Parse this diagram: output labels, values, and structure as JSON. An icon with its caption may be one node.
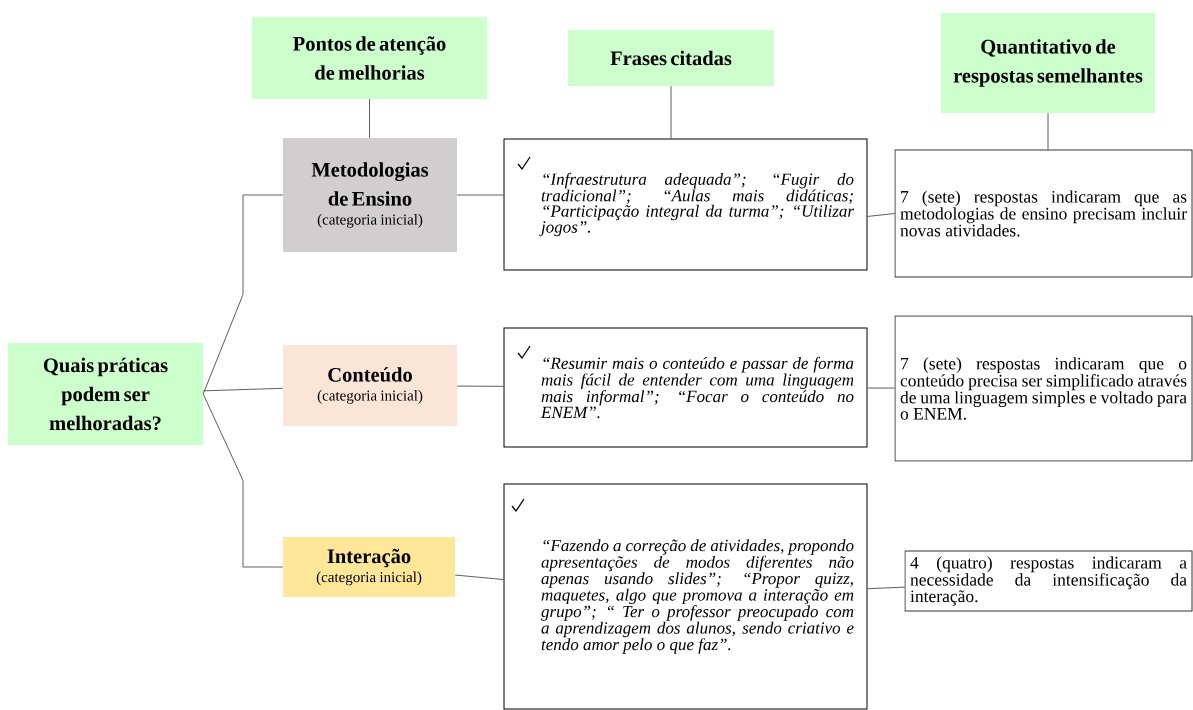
{
  "diagram": {
    "nodes": [
      {
        "text": [
          "Quais práticas podem ser melhoradas?"
        ]
      },
      {
        "text": [
          "Pontos de atenção de melhorias"
        ]
      },
      {
        "text": [
          "Frases citadas"
        ]
      },
      {
        "text": [
          "Quantitativo de respostas semelhantes"
        ]
      },
      {
        "text": [
          "Metodologias de Ensino",
          "(categoria inicial)"
        ]
      },
      {
        "text": [
          "Conteúdo",
          "(categoria inicial)"
        ]
      },
      {
        "text": [
          "Interação",
          "(categoria inicial)"
        ]
      },
      {
        "text": [
          "“Infraestrutura adequada”; “Fugir do tradicional”; “Aulas mais didáticas; “Participação integral da turma”; “Utilizar jogos”."
        ]
      },
      {
        "text": [
          "“Resumir mais o conteúdo e passar de forma mais fácil de entender com uma linguagem mais informal”; “Focar o conteúdo no ENEM”."
        ]
      },
      {
        "text": [
          "“Fazendo a correção de atividades, propondo apresentações de modos diferentes não apenas usando slides”; “Propor quizz, maquetes, algo que promova a interação em grupo”; “ Ter o professor preocupado com a aprendizagem dos alunos, sendo criativo e tendo amor pelo o que faz”."
        ]
      },
      {
        "text": [
          "7 (sete) respostas indicaram que as metodologias de ensino precisam incluir novas atividades."
        ]
      },
      {
        "text": [
          "7 (sete) respostas indicaram que o conteúdo precisa ser simplificado através de uma linguagem simples e voltado para o ENEM."
        ]
      },
      {
        "text": [
          "4 (quatro) respostas indicaram a necessidade da intensificação da interação."
        ]
      }
    ],
    "edges": [
      {
        "from": 0,
        "to": 5,
        "arrow": "none"
      },
      {
        "from": 0,
        "to": 4,
        "arrow": "none"
      },
      {
        "from": 0,
        "to": 6,
        "arrow": "none"
      },
      {
        "from": 1,
        "to": 4,
        "arrow": "none"
      },
      {
        "from": 2,
        "to": 7,
        "arrow": "none"
      },
      {
        "from": 3,
        "to": 10,
        "arrow": "none"
      },
      {
        "from": 4,
        "to": 7,
        "arrow": "none"
      },
      {
        "from": 5,
        "to": 8,
        "arrow": "none"
      },
      {
        "from": 6,
        "to": 9,
        "arrow": "none"
      },
      {
        "from": 7,
        "to": 10,
        "arrow": "none"
      },
      {
        "from": 8,
        "to": 11,
        "arrow": "none"
      },
      {
        "from": 9,
        "to": 12,
        "arrow": "none"
      }
    ]
  }
}
